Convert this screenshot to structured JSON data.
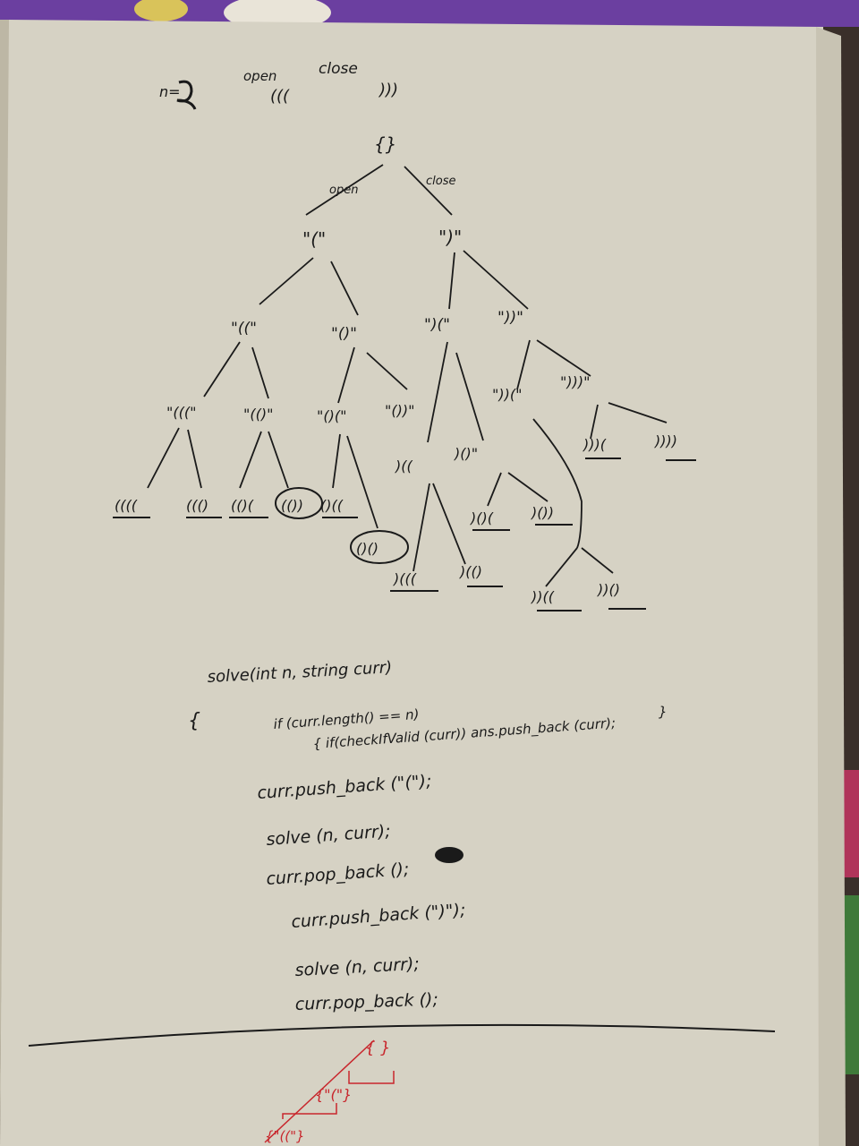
{
  "photo": {
    "subject": "notebook page",
    "paper_color": "#d6d2c4",
    "ink_color": "#1a1a1a",
    "red_ink_color": "#c8262c"
  },
  "header": {
    "n_label": "n=",
    "open_label": "open",
    "close_label": "close",
    "open_example": "(((",
    "close_example": ")))"
  },
  "tree": {
    "root": "{}",
    "edge_open": "open",
    "edge_close": "close",
    "level1": [
      "\"(\"",
      "\")\""
    ],
    "level2": [
      "\"((\"",
      "\"()\"",
      "\")(\"",
      "\"))\""
    ],
    "level3": [
      "\"(((\"",
      "\"(()\"",
      "\"()(\"",
      "\"())\"",
      "\"))(\"",
      "\")))\""
    ],
    "level3b": [
      ")((",
      ")()\"",
      ")))(",
      "))))"
    ],
    "leaves_a": [
      "((((",
      "((()",
      "(()(",
      "(())",
      "()((",
      ")()(",
      ")())"
    ],
    "leaves_b": [
      "()()",
      ")(((",
      ")(()",
      "))((",
      "))()"
    ]
  },
  "code": {
    "lines": [
      "solve(int n, string curr)",
      "{",
      "if (curr.length() == n)",
      "{ if(checkIfValid (curr)) ans.push_back (curr);",
      "}",
      "curr.push_back (\"(\");",
      "solve (n, curr);",
      "curr.pop_back ();",
      "curr.push_back (\")\");",
      "solve (n, curr);",
      "curr.pop_back ();"
    ]
  },
  "footer_red": {
    "root": "{ }",
    "child": "{\"(\"}",
    "grandchild": "{\"((\"}"
  }
}
